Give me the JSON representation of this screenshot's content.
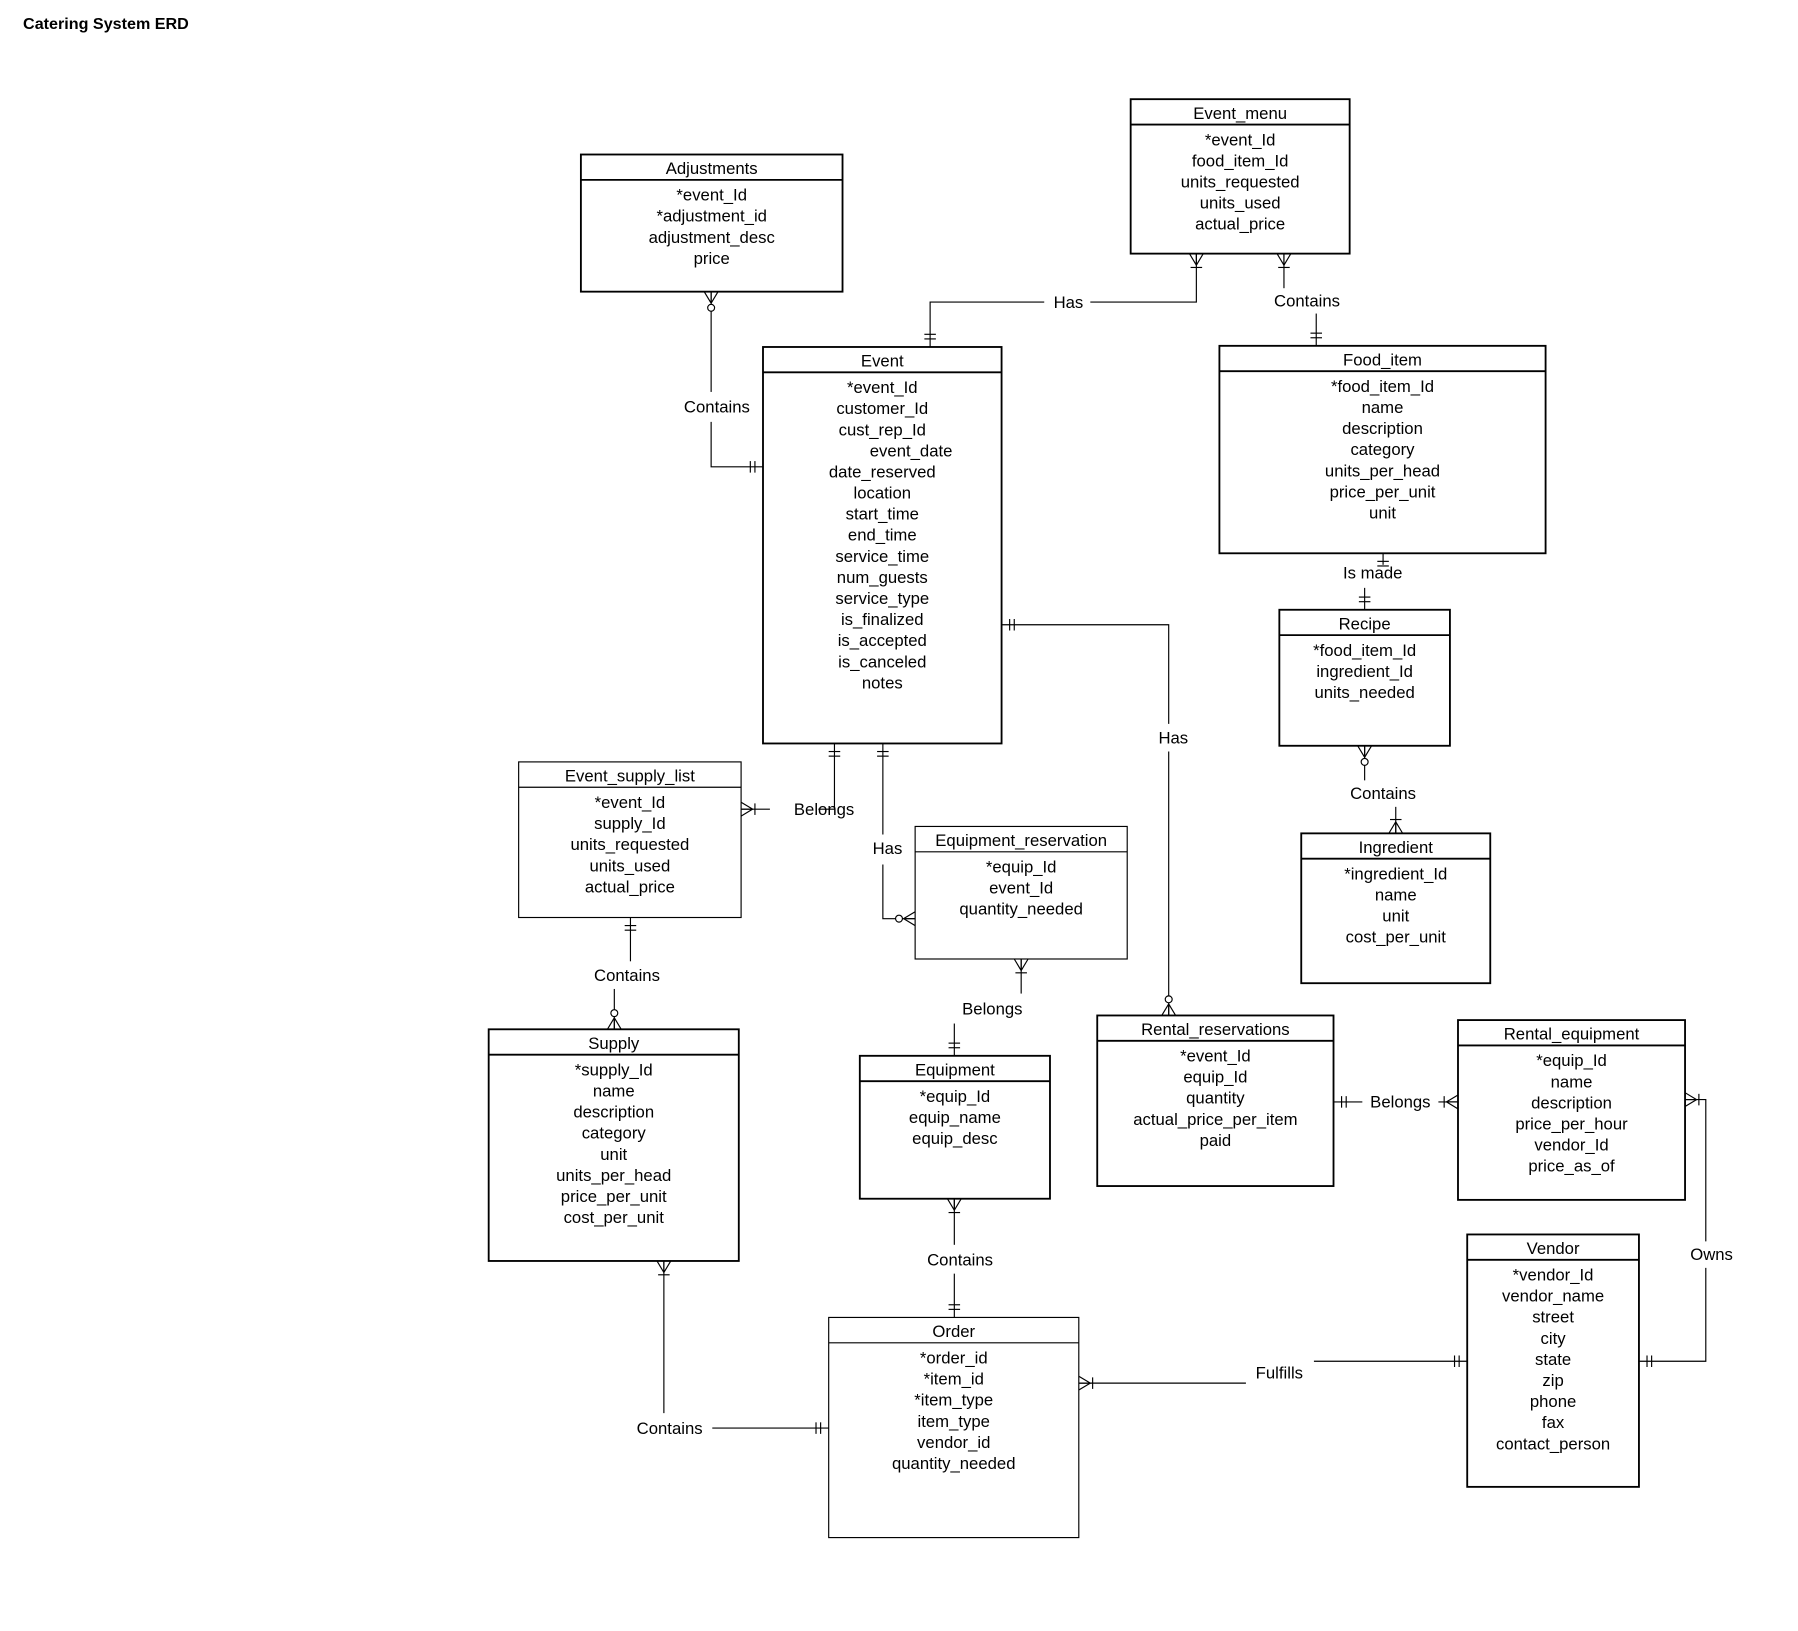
{
  "title": "Catering System ERD",
  "entities": [
    {
      "name": "Adjustments",
      "attributes": [
        "*event_Id",
        "*adjustment_id",
        "adjustment_desc",
        "price"
      ]
    },
    {
      "name": "Event_menu",
      "attributes": [
        "*event_Id",
        "food_item_Id",
        "units_requested",
        "units_used",
        "actual_price"
      ]
    },
    {
      "name": "Event",
      "attributes": [
        "*event_Id",
        "customer_Id",
        "cust_rep_Id",
        "event_date",
        "date_reserved",
        "location",
        "start_time",
        "end_time",
        "service_time",
        "num_guests",
        "service_type",
        "is_finalized",
        "is_accepted",
        "is_canceled",
        "notes"
      ]
    },
    {
      "name": "Food_item",
      "attributes": [
        "*food_item_Id",
        "name",
        "description",
        "category",
        "units_per_head",
        "price_per_unit",
        "unit"
      ]
    },
    {
      "name": "Recipe",
      "attributes": [
        "*food_item_Id",
        "ingredient_Id",
        "units_needed"
      ]
    },
    {
      "name": "Ingredient",
      "attributes": [
        "*ingredient_Id",
        "name",
        "unit",
        "cost_per_unit"
      ]
    },
    {
      "name": "Event_supply_list",
      "attributes": [
        "*event_Id",
        "supply_Id",
        "units_requested",
        "units_used",
        "actual_price"
      ]
    },
    {
      "name": "Equipment_reservation",
      "attributes": [
        "*equip_Id",
        "event_Id",
        "quantity_needed"
      ]
    },
    {
      "name": "Supply",
      "attributes": [
        "*supply_Id",
        "name",
        "description",
        "category",
        "unit",
        "units_per_head",
        "price_per_unit",
        "cost_per_unit"
      ]
    },
    {
      "name": "Equipment",
      "attributes": [
        "*equip_Id",
        "equip_name",
        "equip_desc"
      ]
    },
    {
      "name": "Rental_reservations",
      "attributes": [
        "*event_Id",
        "equip_Id",
        "quantity",
        "actual_price_per_item",
        "paid"
      ]
    },
    {
      "name": "Rental_equipment",
      "attributes": [
        "*equip_Id",
        "name",
        "description",
        "price_per_hour",
        "vendor_Id",
        "price_as_of"
      ]
    },
    {
      "name": "Vendor",
      "attributes": [
        "*vendor_Id",
        "vendor_name",
        "street",
        "city",
        "state",
        "zip",
        "phone",
        "fax",
        "contact_person"
      ]
    },
    {
      "name": "Order",
      "attributes": [
        "*order_id",
        "*item_id",
        "*item_type",
        "item_type",
        "vendor_id",
        "quantity_needed"
      ]
    }
  ],
  "relationships": [
    {
      "label": "Has",
      "from": "Event",
      "to": "Event_menu",
      "from_card": "one",
      "to_card": "one-many"
    },
    {
      "label": "Contains",
      "from": "Event_menu",
      "to": "Food_item",
      "from_card": "one-many",
      "to_card": "one"
    },
    {
      "label": "Contains",
      "from": "Adjustments",
      "to": "Event",
      "from_card": "zero-many",
      "to_card": "one"
    },
    {
      "label": "Is made",
      "from": "Food_item",
      "to": "Recipe",
      "from_card": "one",
      "to_card": "one"
    },
    {
      "label": "Contains",
      "from": "Recipe",
      "to": "Ingredient",
      "from_card": "zero-many",
      "to_card": "one-many"
    },
    {
      "label": "Has",
      "from": "Event",
      "to": "Rental_reservations",
      "from_card": "one",
      "to_card": "zero-many"
    },
    {
      "label": "Belongs",
      "from": "Event",
      "to": "Event_supply_list",
      "from_card": "one",
      "to_card": "one-many"
    },
    {
      "label": "Has",
      "from": "Event",
      "to": "Equipment_reservation",
      "from_card": "one",
      "to_card": "zero-many"
    },
    {
      "label": "Contains",
      "from": "Event_supply_list",
      "to": "Supply",
      "from_card": "one",
      "to_card": "zero-many"
    },
    {
      "label": "Belongs",
      "from": "Equipment_reservation",
      "to": "Equipment",
      "from_card": "one-many",
      "to_card": "one"
    },
    {
      "label": "Belongs",
      "from": "Rental_reservations",
      "to": "Rental_equipment",
      "from_card": "one",
      "to_card": "one-many"
    },
    {
      "label": "Owns",
      "from": "Rental_equipment",
      "to": "Vendor",
      "from_card": "one-many",
      "to_card": "one"
    },
    {
      "label": "Contains",
      "from": "Equipment",
      "to": "Order",
      "from_card": "one-many",
      "to_card": "one"
    },
    {
      "label": "Fulfills",
      "from": "Order",
      "to": "Vendor",
      "from_card": "one-many",
      "to_card": "one"
    },
    {
      "label": "Contains",
      "from": "Supply",
      "to": "Order",
      "from_card": "one-many",
      "to_card": "one"
    }
  ]
}
